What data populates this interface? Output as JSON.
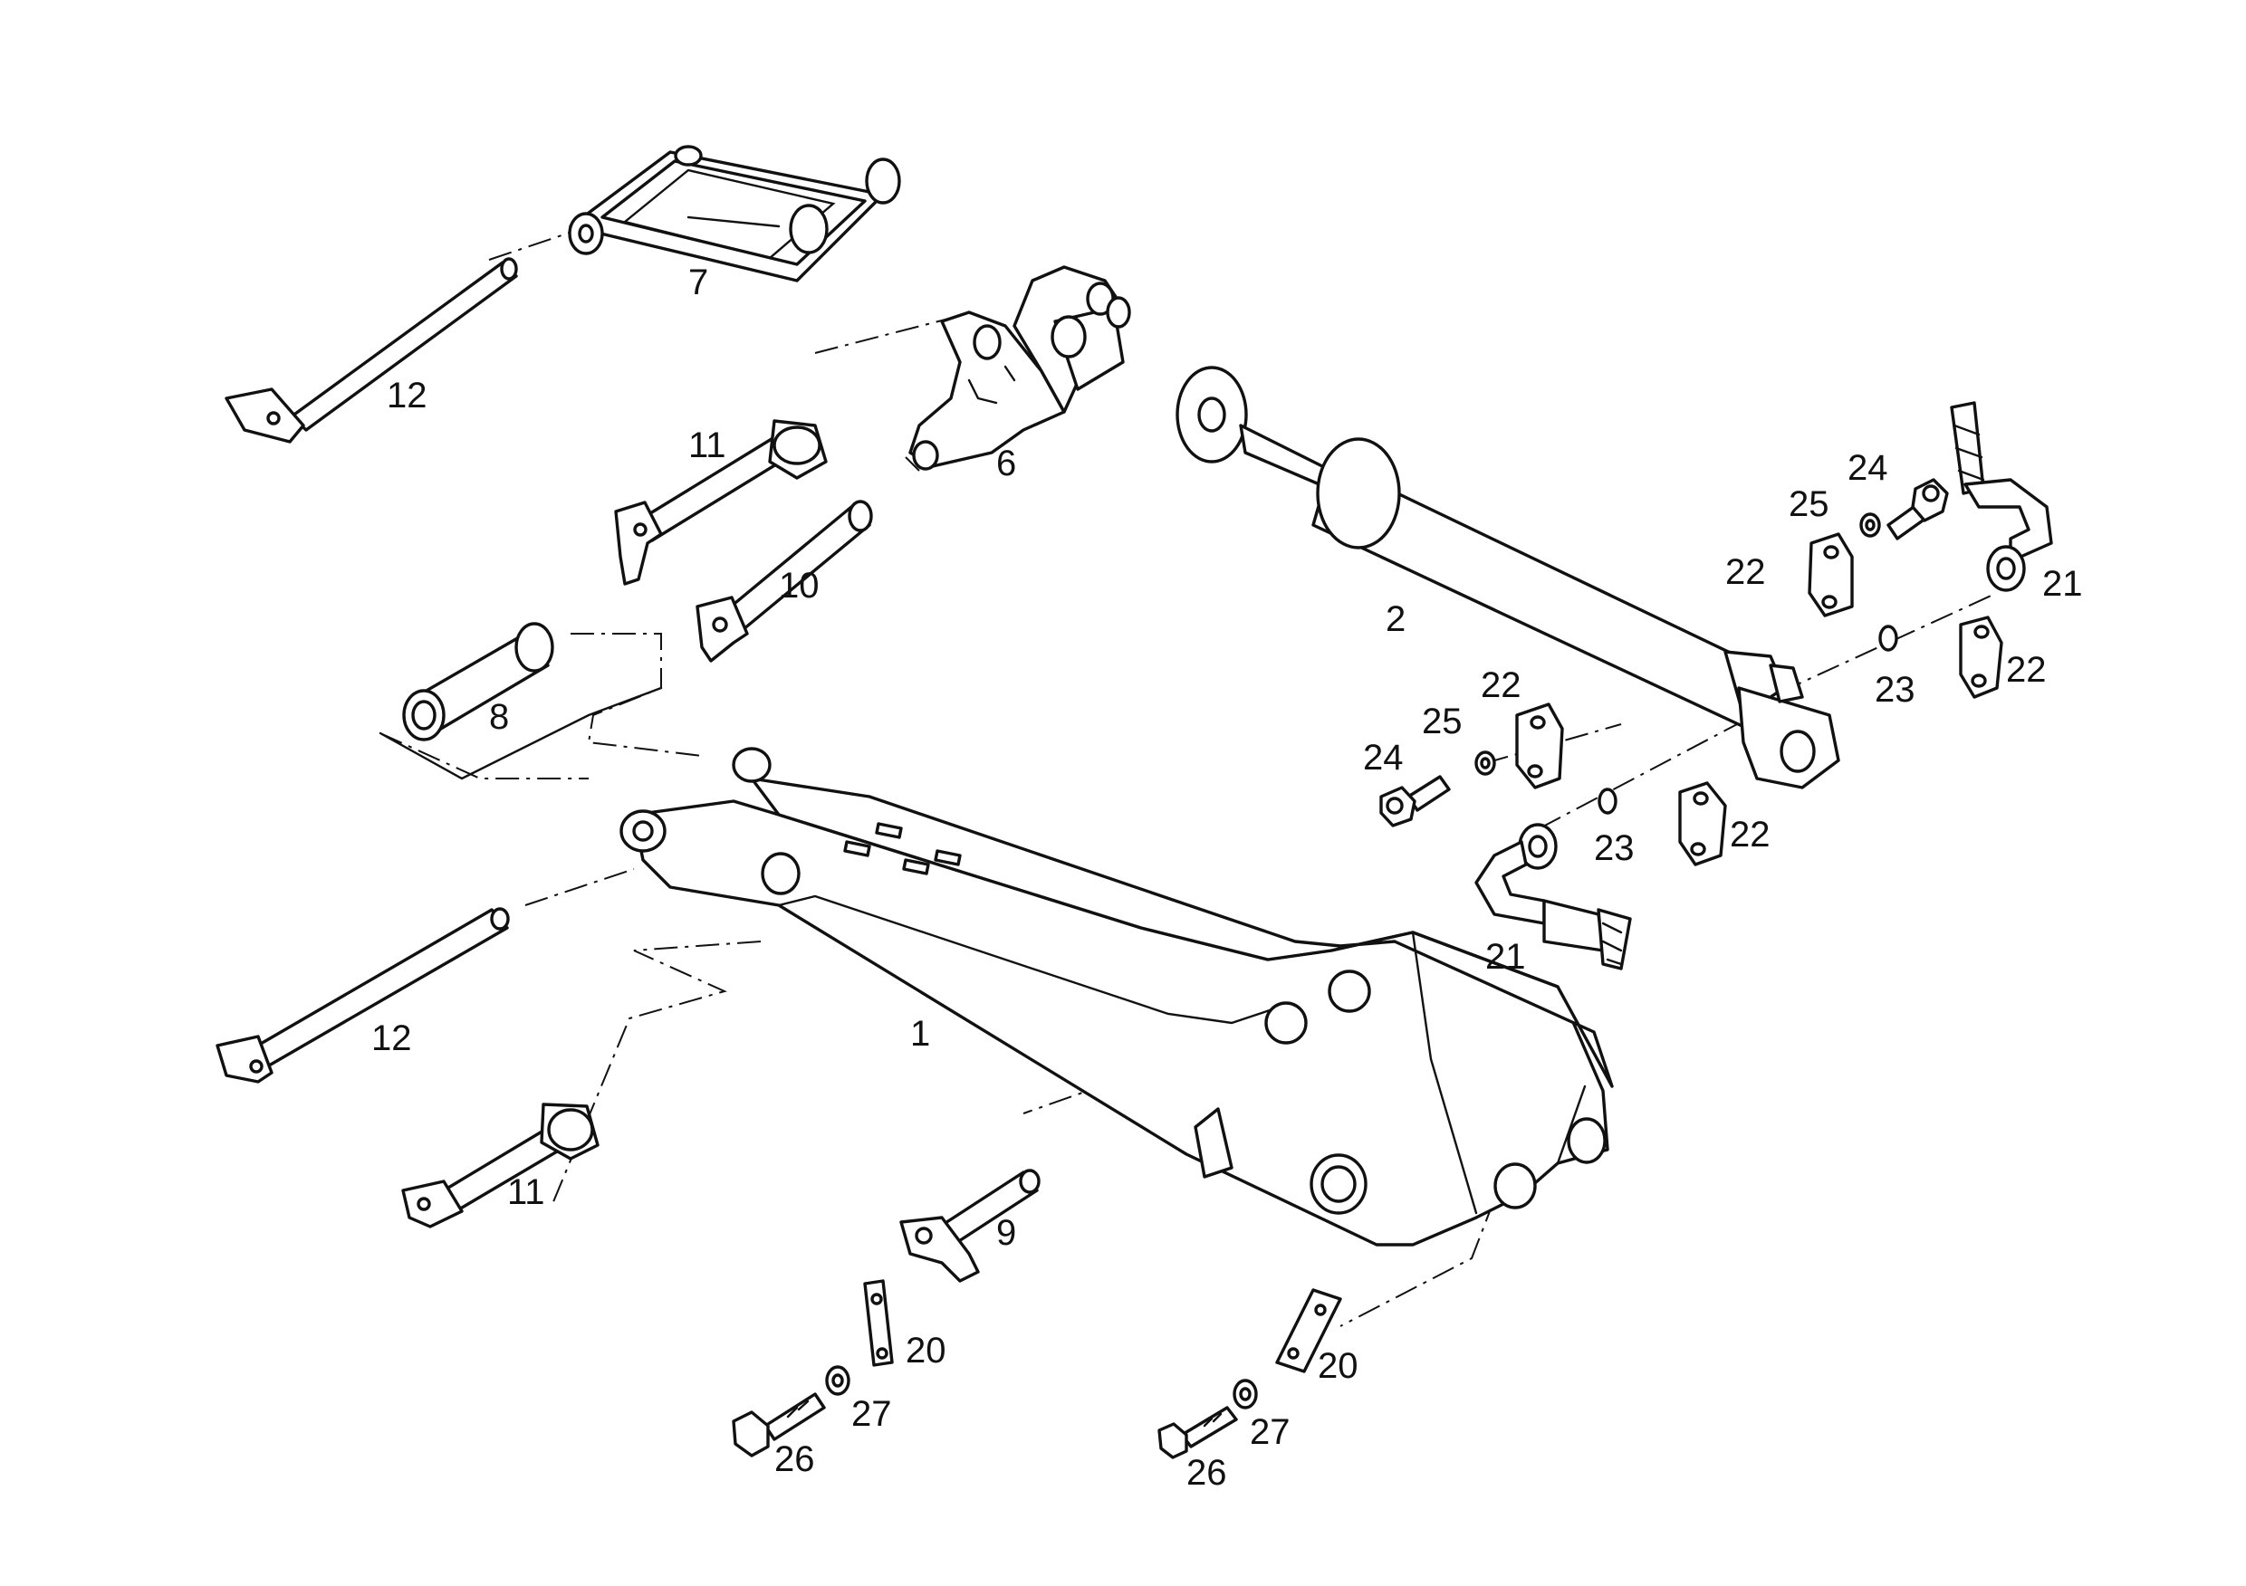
{
  "callouts": {
    "c1": "1",
    "c2": "2",
    "c6": "6",
    "c7": "7",
    "c8": "8",
    "c9": "9",
    "c10": "10",
    "c11a": "11",
    "c11b": "11",
    "c12a": "12",
    "c12b": "12",
    "c20a": "20",
    "c20b": "20",
    "c21a": "21",
    "c21b": "21",
    "c22a": "22",
    "c22b": "22",
    "c22c": "22",
    "c22d": "22",
    "c23a": "23",
    "c23b": "23",
    "c24a": "24",
    "c24b": "24",
    "c25a": "25",
    "c25b": "25",
    "c26a": "26",
    "c26b": "26",
    "c27a": "27",
    "c27b": "27"
  },
  "colors": {
    "line": "#111111",
    "background": "#ffffff"
  }
}
